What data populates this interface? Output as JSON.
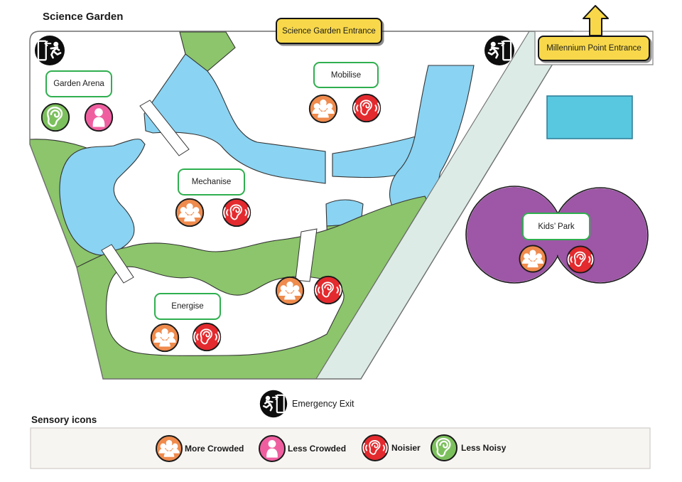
{
  "title": "Science Garden",
  "map": {
    "entrances": {
      "science_garden": "Science Garden Entrance",
      "millennium_point": "Millennium Point Entrance"
    },
    "areas": [
      {
        "id": "garden-arena",
        "label": "Garden Arena",
        "icons": [
          "less-noisy",
          "less-crowded"
        ]
      },
      {
        "id": "mobilise",
        "label": "Mobilise",
        "icons": [
          "more-crowded",
          "noisier"
        ]
      },
      {
        "id": "mechanise",
        "label": "Mechanise",
        "icons": [
          "more-crowded",
          "noisier"
        ]
      },
      {
        "id": "energise",
        "label": "Energise",
        "icons": [
          "more-crowded",
          "noisier"
        ]
      },
      {
        "id": "kids-park",
        "label": "Kids’ Park",
        "icons": [
          "more-crowded",
          "noisier"
        ]
      }
    ],
    "unlabeled_area_icons": [
      "more-crowded",
      "noisier"
    ],
    "emergency_exit_label": "Emergency Exit"
  },
  "legend": {
    "heading": "Sensory icons",
    "items": [
      {
        "id": "more-crowded",
        "label": "More Crowded",
        "color": "#EF8B4D"
      },
      {
        "id": "less-crowded",
        "label": "Less Crowded",
        "color": "#EF5FA0"
      },
      {
        "id": "noisier",
        "label": "Noisier",
        "color": "#E32A2E"
      },
      {
        "id": "less-noisy",
        "label": "Less Noisy",
        "color": "#7CC05D"
      }
    ]
  },
  "colors": {
    "grass": "#8CC56B",
    "water": "#8AD3F2",
    "footpath": "#DCEBE6",
    "pond": "#57C8E0",
    "kids_park": "#9D57A6",
    "entrance_sign": "#F8D84A",
    "area_label_border": "#2FAF4F",
    "emergency_icon": "#0d0d0d"
  }
}
